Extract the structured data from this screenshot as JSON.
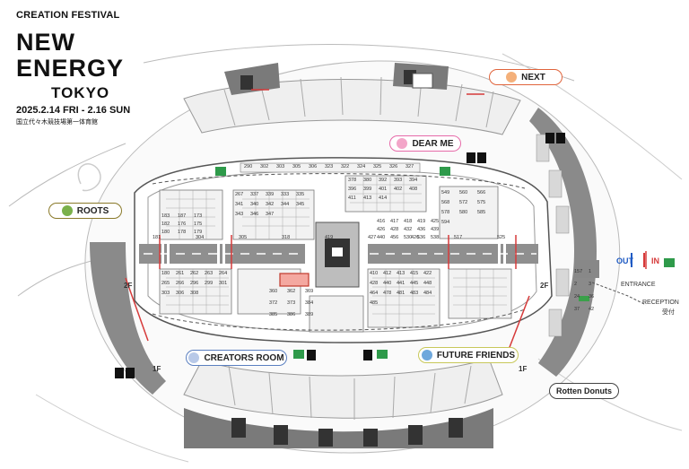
{
  "header": {
    "festival": "CREATION FESTIVAL",
    "title_line1": "NEW",
    "title_line2": "ENERGY",
    "title_line3": "TOKYO",
    "dates": "2025.2.14 FRI - 2.16 SUN",
    "venue": "国立代々木競技場第一体育館"
  },
  "zones": [
    {
      "label": "NEXT",
      "color": "#e0643c"
    },
    {
      "label": "DEAR ME",
      "color": "#e66aa8"
    },
    {
      "label": "ROOTS",
      "color": "#8a7a2a"
    },
    {
      "label": "CREATORS ROOM",
      "color": "#5a7fc0"
    },
    {
      "label": "FUTURE FRIENDS",
      "color": "#c8c85a"
    }
  ],
  "shop": {
    "label": "Rotten Donuts"
  },
  "entrance": {
    "out": "OUT",
    "in": "IN",
    "entrance": "ENTRANCE",
    "reception": "RECEPTION",
    "reception_jp": "受付"
  },
  "floors": {
    "f2_left": "2F",
    "f1_left": "1F",
    "f2_right": "2F",
    "f1_right": "1F"
  },
  "booths": {
    "top_row": [
      "290",
      "302",
      "303",
      "305",
      "306",
      "323",
      "322",
      "324",
      "325",
      "326",
      "327"
    ],
    "left_block": [
      "183",
      "187",
      "173",
      "182",
      "176",
      "175",
      "180",
      "178",
      "179"
    ],
    "center_left": [
      "267",
      "337",
      "339",
      "333",
      "335",
      "341",
      "340",
      "342",
      "344",
      "345",
      "343",
      "346",
      "347"
    ],
    "center_mid": [
      "378",
      "380",
      "392",
      "393",
      "394",
      "396",
      "399",
      "401",
      "402",
      "408",
      "411",
      "413",
      "414"
    ],
    "center_right": [
      "416",
      "417",
      "418",
      "419",
      "425",
      "426",
      "428",
      "432",
      "436",
      "439",
      "440",
      "456",
      "530",
      "536",
      "538"
    ],
    "right_block": [
      "549",
      "560",
      "566",
      "568",
      "572",
      "575",
      "578",
      "580",
      "585",
      "594"
    ],
    "lower_left": [
      "180",
      "261",
      "262",
      "263",
      "264",
      "265",
      "266",
      "296",
      "299",
      "301",
      "303",
      "306",
      "308"
    ],
    "lower_mid": [
      "360",
      "362",
      "369",
      "372",
      "373",
      "384",
      "385",
      "386",
      "389"
    ],
    "lower_right": [
      "410",
      "412",
      "413",
      "415",
      "422",
      "428",
      "440",
      "441",
      "445",
      "448",
      "464",
      "478",
      "481",
      "483",
      "484",
      "485"
    ],
    "road_labels": [
      "181",
      "304",
      "305",
      "318",
      "419",
      "427",
      "426",
      "517",
      "525"
    ],
    "misc": [
      "157",
      "1",
      "2",
      "3",
      "24",
      "36",
      "37",
      "42"
    ]
  }
}
